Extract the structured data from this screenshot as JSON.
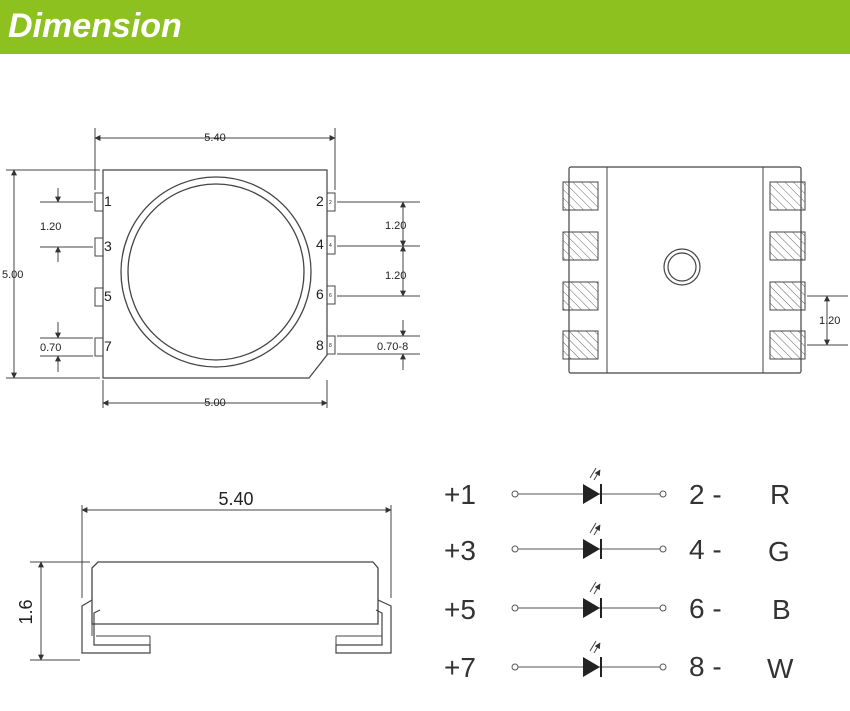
{
  "header": {
    "title": "Dimension"
  },
  "top_view": {
    "dims": {
      "width_top": "5.40",
      "width_bottom": "5.00",
      "height": "5.00",
      "pitch_left": "1.20",
      "pitch_right_1": "1.20",
      "pitch_right_2": "1.20",
      "pad_left": "0.70",
      "pad_right": "0.70-8"
    },
    "pins_left": [
      "1",
      "3",
      "5",
      "7"
    ],
    "pins_right": [
      "2",
      "4",
      "6",
      "8"
    ],
    "pad_marks_right": [
      "2",
      "4",
      "6",
      "8"
    ]
  },
  "bottom_view": {
    "pitch": "1.20"
  },
  "side_view": {
    "width": "5.40",
    "height": "1.6"
  },
  "legend": [
    {
      "pos": "+1",
      "neg": "2 -",
      "color": "R"
    },
    {
      "pos": "+3",
      "neg": "4 -",
      "color": "G"
    },
    {
      "pos": "+5",
      "neg": "6 -",
      "color": "B"
    },
    {
      "pos": "+7",
      "neg": "8 -",
      "color": "W"
    }
  ]
}
